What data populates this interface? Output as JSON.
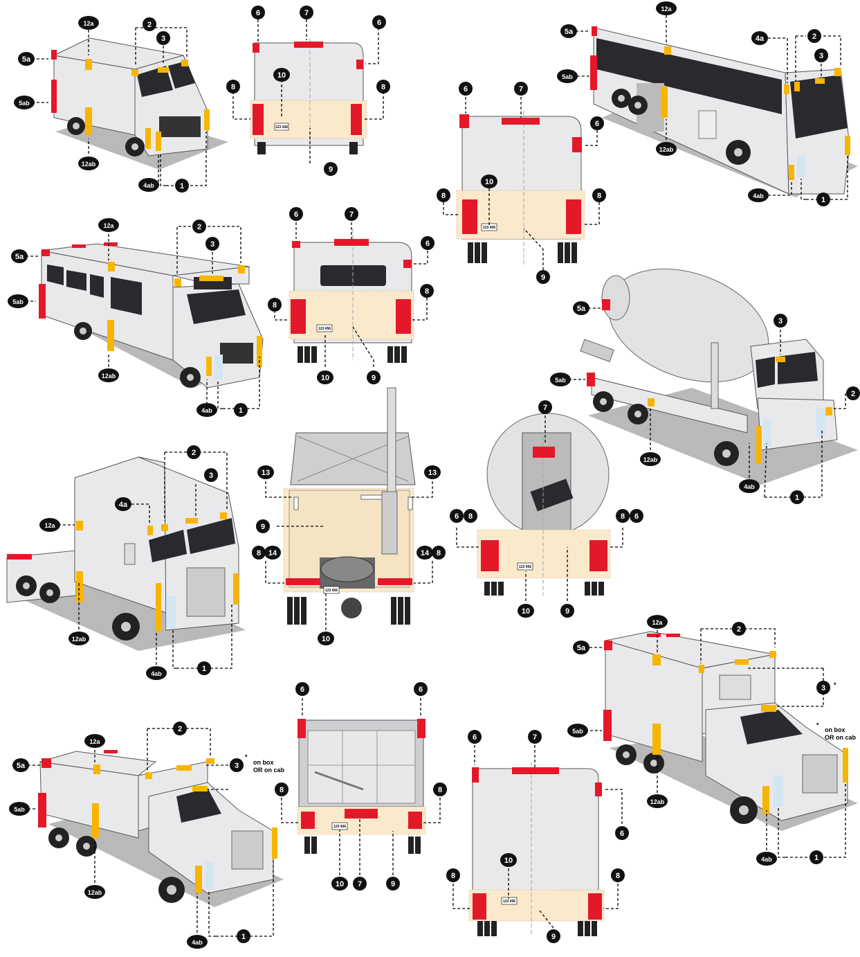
{
  "labels": {
    "n1": "1",
    "n2": "2",
    "n3": "3",
    "n4a": "4a",
    "n4ab": "4ab",
    "n5a": "5a",
    "n5ab": "5ab",
    "n6": "6",
    "n7": "7",
    "n8": "8",
    "n9": "9",
    "n10": "10",
    "n12a": "12a",
    "n12ab": "12ab",
    "n13": "13",
    "n14": "14"
  },
  "plate": "123 456",
  "notes": {
    "asterisk": "*",
    "line1": "on box",
    "line2": "OR on cab"
  },
  "colors": {
    "amber": "#f7b500",
    "red": "#e3192a",
    "badge": "#111111",
    "rear_zone": "#fbe9cc"
  }
}
